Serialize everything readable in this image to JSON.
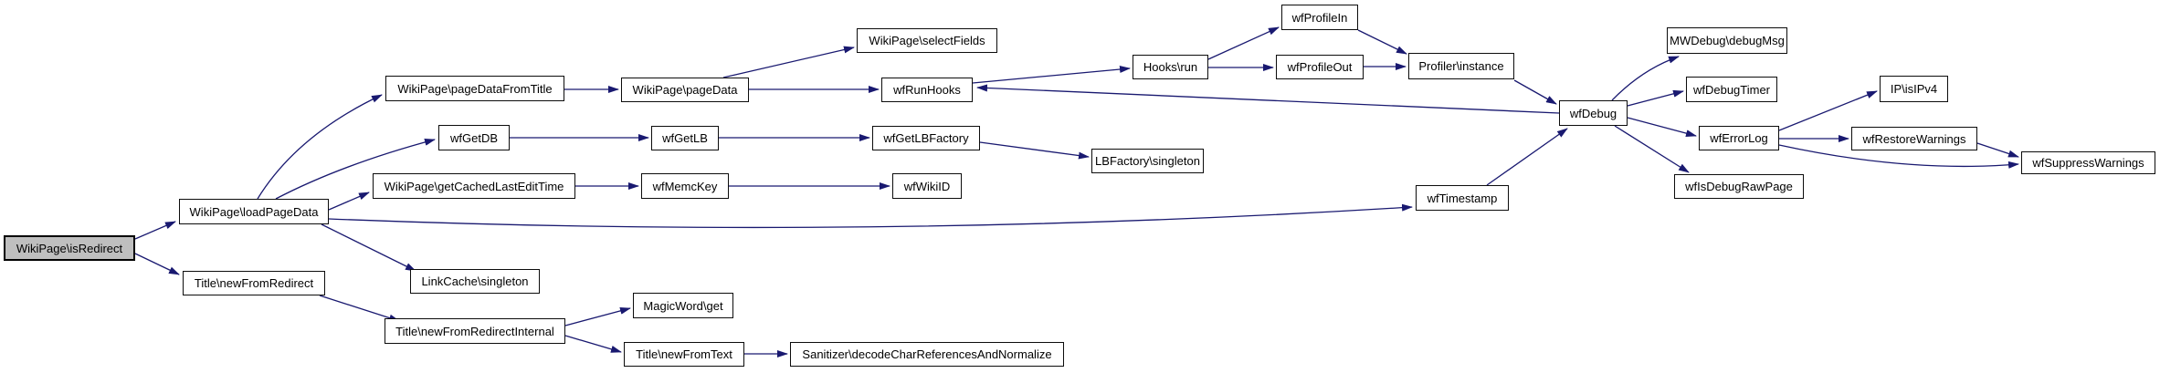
{
  "diagram": {
    "type": "call-graph",
    "colors": {
      "edge": "#191970",
      "node_fill": "#ffffff",
      "node_border": "#000000",
      "root_fill": "#bfbfbf"
    },
    "nodes": [
      {
        "id": "is-redirect",
        "label": "WikiPage\\isRedirect"
      },
      {
        "id": "load-page-data",
        "label": "WikiPage\\loadPageData"
      },
      {
        "id": "new-from-redirect",
        "label": "Title\\newFromRedirect"
      },
      {
        "id": "page-data-from-title",
        "label": "WikiPage\\pageDataFromTitle"
      },
      {
        "id": "wf-get-db",
        "label": "wfGetDB"
      },
      {
        "id": "get-cached-last-edit-time",
        "label": "WikiPage\\getCachedLastEditTime"
      },
      {
        "id": "link-cache-singleton",
        "label": "LinkCache\\singleton"
      },
      {
        "id": "new-from-redirect-internal",
        "label": "Title\\newFromRedirectInternal"
      },
      {
        "id": "magic-word-get",
        "label": "MagicWord\\get"
      },
      {
        "id": "new-from-text",
        "label": "Title\\newFromText"
      },
      {
        "id": "sanitizer-decode",
        "label": "Sanitizer\\decodeCharReferencesAndNormalize"
      },
      {
        "id": "page-data",
        "label": "WikiPage\\pageData"
      },
      {
        "id": "wf-get-lb",
        "label": "wfGetLB"
      },
      {
        "id": "wf-memc-key",
        "label": "wfMemcKey"
      },
      {
        "id": "select-fields",
        "label": "WikiPage\\selectFields"
      },
      {
        "id": "wf-run-hooks",
        "label": "wfRunHooks"
      },
      {
        "id": "wf-get-lb-factory",
        "label": "wfGetLBFactory"
      },
      {
        "id": "wf-wiki-id",
        "label": "wfWikiID"
      },
      {
        "id": "lb-factory-singleton",
        "label": "LBFactory\\singleton"
      },
      {
        "id": "hooks-run",
        "label": "Hooks\\run"
      },
      {
        "id": "wf-timestamp",
        "label": "wfTimestamp"
      },
      {
        "id": "wf-profile-in",
        "label": "wfProfileIn"
      },
      {
        "id": "wf-profile-out",
        "label": "wfProfileOut"
      },
      {
        "id": "profiler-instance",
        "label": "Profiler\\instance"
      },
      {
        "id": "wf-debug",
        "label": "wfDebug"
      },
      {
        "id": "mw-debug-debug-msg",
        "label": "MWDebug\\debugMsg"
      },
      {
        "id": "wf-debug-timer",
        "label": "wfDebugTimer"
      },
      {
        "id": "wf-error-log",
        "label": "wfErrorLog"
      },
      {
        "id": "wf-is-debug-raw-page",
        "label": "wfIsDebugRawPage"
      },
      {
        "id": "ip-is-ipv4",
        "label": "IP\\isIPv4"
      },
      {
        "id": "wf-restore-warnings",
        "label": "wfRestoreWarnings"
      },
      {
        "id": "wf-suppress-warnings",
        "label": "wfSuppressWarnings"
      }
    ],
    "edges": [
      {
        "from": "is-redirect",
        "to": "load-page-data"
      },
      {
        "from": "is-redirect",
        "to": "new-from-redirect"
      },
      {
        "from": "load-page-data",
        "to": "page-data-from-title"
      },
      {
        "from": "load-page-data",
        "to": "wf-get-db"
      },
      {
        "from": "load-page-data",
        "to": "get-cached-last-edit-time"
      },
      {
        "from": "load-page-data",
        "to": "link-cache-singleton"
      },
      {
        "from": "load-page-data",
        "to": "wf-timestamp"
      },
      {
        "from": "new-from-redirect",
        "to": "new-from-redirect-internal"
      },
      {
        "from": "new-from-redirect-internal",
        "to": "magic-word-get"
      },
      {
        "from": "new-from-redirect-internal",
        "to": "new-from-text"
      },
      {
        "from": "new-from-text",
        "to": "sanitizer-decode"
      },
      {
        "from": "page-data-from-title",
        "to": "page-data"
      },
      {
        "from": "page-data",
        "to": "select-fields"
      },
      {
        "from": "page-data",
        "to": "wf-run-hooks"
      },
      {
        "from": "wf-run-hooks",
        "to": "hooks-run"
      },
      {
        "from": "hooks-run",
        "to": "wf-profile-in"
      },
      {
        "from": "hooks-run",
        "to": "wf-profile-out"
      },
      {
        "from": "wf-profile-in",
        "to": "profiler-instance"
      },
      {
        "from": "wf-profile-out",
        "to": "profiler-instance"
      },
      {
        "from": "profiler-instance",
        "to": "wf-debug"
      },
      {
        "from": "wf-debug",
        "to": "wf-run-hooks"
      },
      {
        "from": "wf-timestamp",
        "to": "wf-debug"
      },
      {
        "from": "wf-debug",
        "to": "mw-debug-debug-msg"
      },
      {
        "from": "wf-debug",
        "to": "wf-debug-timer"
      },
      {
        "from": "wf-debug",
        "to": "wf-error-log"
      },
      {
        "from": "wf-debug",
        "to": "wf-is-debug-raw-page"
      },
      {
        "from": "wf-error-log",
        "to": "ip-is-ipv4"
      },
      {
        "from": "wf-error-log",
        "to": "wf-restore-warnings"
      },
      {
        "from": "wf-error-log",
        "to": "wf-suppress-warnings"
      },
      {
        "from": "wf-restore-warnings",
        "to": "wf-suppress-warnings"
      },
      {
        "from": "wf-get-db",
        "to": "wf-get-lb"
      },
      {
        "from": "wf-get-lb",
        "to": "wf-get-lb-factory"
      },
      {
        "from": "wf-get-lb-factory",
        "to": "lb-factory-singleton"
      },
      {
        "from": "get-cached-last-edit-time",
        "to": "wf-memc-key"
      },
      {
        "from": "wf-memc-key",
        "to": "wf-wiki-id"
      }
    ]
  }
}
